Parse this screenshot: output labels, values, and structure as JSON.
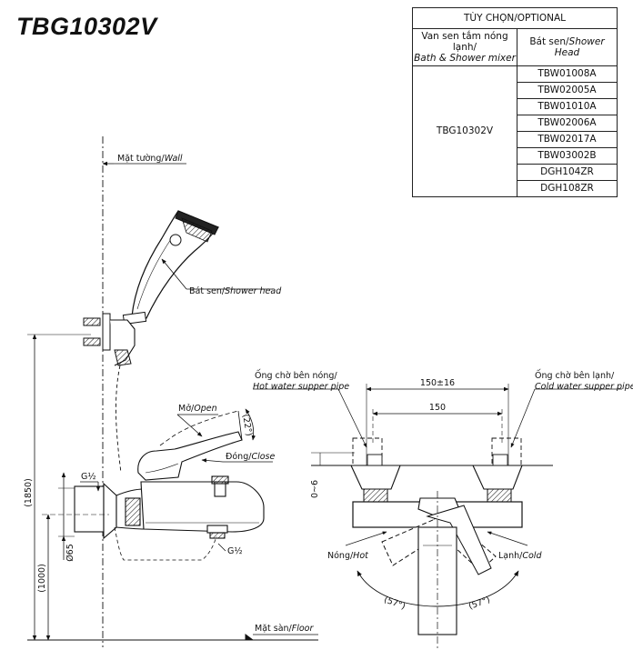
{
  "model": "TBG10302V",
  "options_table": {
    "title": "TÙY CHỌN/OPTIONAL",
    "col1_vn": "Van sen tắm nóng lạnh/",
    "col1_en": "Bath & Shower mixer",
    "col2_vn": "Bát sen/",
    "col2_en": "Shower Head",
    "mixer": "TBG10302V",
    "shower_heads": [
      "TBW01008A",
      "TBW02005A",
      "TBW01010A",
      "TBW02006A",
      "TBW02017A",
      "TBW03002B",
      "DGH104ZR",
      "DGH108ZR"
    ]
  },
  "labels": {
    "wall_vn": "Mặt tường/",
    "wall_en": "Wall",
    "shower_head_vn": "Bát sen/",
    "shower_head_en": "Shower head",
    "open_vn": "Mở/",
    "open_en": "Open",
    "close_vn": "Đóng/",
    "close_en": "Close",
    "floor_vn": "Mặt sàn/",
    "floor_en": "Floor",
    "thread_top": "G½",
    "thread_bottom": "G½",
    "hot_supply_vn": "Ống chờ bên nóng/",
    "hot_supply_en": "Hot water supper pipe",
    "cold_supply_vn": "Ống chờ bên lạnh/",
    "cold_supply_en": "Cold water supper pipe",
    "hot_vn": "Nóng/",
    "hot_en": "Hot",
    "cold_vn": "Lạnh/",
    "cold_en": "Cold"
  },
  "dimensions": {
    "total_height": "(1850)",
    "mixer_height": "(1000)",
    "body_dia": "Ø65",
    "lever_angle": "(22°)",
    "spacing_range": "150±16",
    "spacing": "150",
    "wall_gap": "0~6",
    "hot_angle": "(57°)",
    "cold_angle": "(57°)"
  }
}
